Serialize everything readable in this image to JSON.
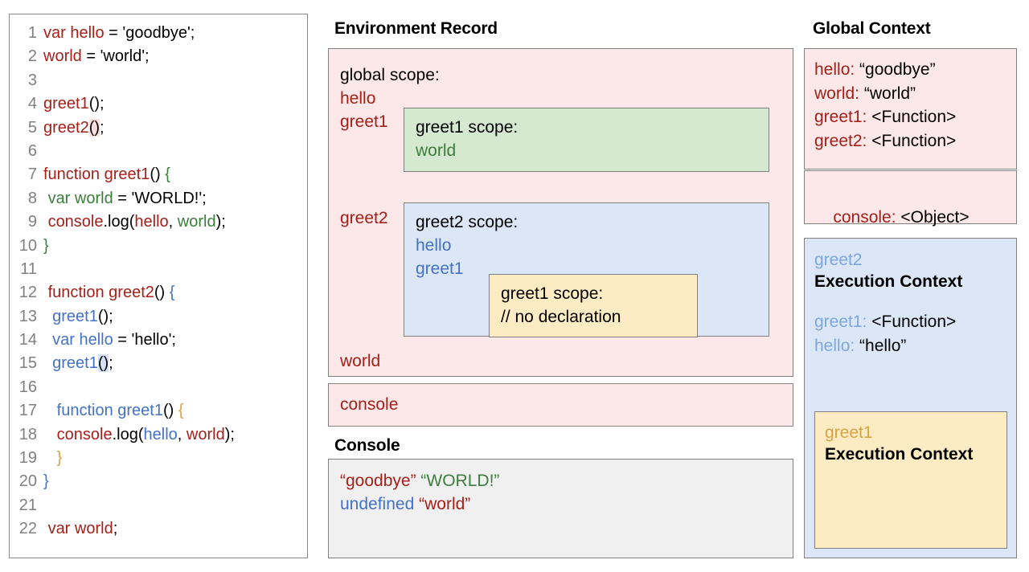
{
  "code": {
    "lines": [
      {
        "n": "1",
        "tokens": [
          {
            "t": "var hello",
            "c": "red"
          },
          {
            "t": " = 'goodbye';",
            "c": "black"
          }
        ]
      },
      {
        "n": "2",
        "tokens": [
          {
            "t": "world",
            "c": "red"
          },
          {
            "t": " = 'world';",
            "c": "black"
          }
        ]
      },
      {
        "n": "3",
        "tokens": []
      },
      {
        "n": "4",
        "tokens": [
          {
            "t": "greet1",
            "c": "red"
          },
          {
            "t": "();",
            "c": "black"
          }
        ]
      },
      {
        "n": "5",
        "tokens": [
          {
            "t": "greet2",
            "c": "red"
          },
          {
            "t": "()",
            "c": "black",
            "hl": "red"
          },
          {
            "t": ";",
            "c": "black"
          }
        ]
      },
      {
        "n": "6",
        "tokens": []
      },
      {
        "n": "7",
        "tokens": [
          {
            "t": "function greet1",
            "c": "red"
          },
          {
            "t": "() ",
            "c": "black"
          },
          {
            "t": "{",
            "c": "green"
          }
        ]
      },
      {
        "n": "8",
        "tokens": [
          {
            "t": " ",
            "c": "black"
          },
          {
            "t": "var world",
            "c": "green"
          },
          {
            "t": " = 'WORLD!';",
            "c": "black"
          }
        ]
      },
      {
        "n": "9",
        "tokens": [
          {
            "t": " ",
            "c": "black"
          },
          {
            "t": "console",
            "c": "red"
          },
          {
            "t": ".log(",
            "c": "black"
          },
          {
            "t": "hello",
            "c": "red"
          },
          {
            "t": ", ",
            "c": "black"
          },
          {
            "t": "world",
            "c": "green"
          },
          {
            "t": ");",
            "c": "black"
          }
        ]
      },
      {
        "n": "10",
        "tokens": [
          {
            "t": "}",
            "c": "green"
          }
        ]
      },
      {
        "n": "11",
        "tokens": []
      },
      {
        "n": "12",
        "tokens": [
          {
            "t": " ",
            "c": "black"
          },
          {
            "t": "function greet2",
            "c": "red"
          },
          {
            "t": "() ",
            "c": "black"
          },
          {
            "t": "{",
            "c": "blue"
          }
        ]
      },
      {
        "n": "13",
        "tokens": [
          {
            "t": "  ",
            "c": "black"
          },
          {
            "t": "greet1",
            "c": "blue"
          },
          {
            "t": "();",
            "c": "black"
          }
        ]
      },
      {
        "n": "14",
        "tokens": [
          {
            "t": "  ",
            "c": "black"
          },
          {
            "t": "var hello",
            "c": "blue"
          },
          {
            "t": " = 'hello';",
            "c": "black"
          }
        ]
      },
      {
        "n": "15",
        "tokens": [
          {
            "t": "  ",
            "c": "black"
          },
          {
            "t": "greet1",
            "c": "blue"
          },
          {
            "t": "()",
            "c": "black",
            "hl": "blue"
          },
          {
            "t": ";",
            "c": "black"
          }
        ]
      },
      {
        "n": "16",
        "tokens": []
      },
      {
        "n": "17",
        "tokens": [
          {
            "t": "   ",
            "c": "black"
          },
          {
            "t": "function greet1",
            "c": "blue"
          },
          {
            "t": "() ",
            "c": "black"
          },
          {
            "t": "{",
            "c": "gold"
          }
        ]
      },
      {
        "n": "18",
        "tokens": [
          {
            "t": "   ",
            "c": "black"
          },
          {
            "t": "console",
            "c": "red"
          },
          {
            "t": ".log(",
            "c": "black"
          },
          {
            "t": "hello",
            "c": "blue"
          },
          {
            "t": ", ",
            "c": "black"
          },
          {
            "t": "world",
            "c": "red"
          },
          {
            "t": ");",
            "c": "black"
          }
        ]
      },
      {
        "n": "19",
        "tokens": [
          {
            "t": "   ",
            "c": "black"
          },
          {
            "t": "}",
            "c": "gold"
          }
        ]
      },
      {
        "n": "20",
        "tokens": [
          {
            "t": "}",
            "c": "blue"
          }
        ]
      },
      {
        "n": "21",
        "tokens": []
      },
      {
        "n": "22",
        "tokens": [
          {
            "t": " ",
            "c": "black"
          },
          {
            "t": "var world",
            "c": "red"
          },
          {
            "t": ";",
            "c": "black"
          }
        ]
      }
    ]
  },
  "environment_record": {
    "title": "Environment Record",
    "global_scope_label": "global scope:",
    "bindings": {
      "hello": "hello",
      "greet1": "greet1",
      "greet2": "greet2",
      "world": "world",
      "console": "console"
    },
    "greet1_scope": {
      "label": "greet1 scope:",
      "entries": [
        "world"
      ]
    },
    "greet2_scope": {
      "label": "greet2 scope:",
      "entries": [
        "hello",
        "greet1"
      ]
    },
    "greet1_inner_scope": {
      "label": "greet1 scope:",
      "note": "// no declaration"
    }
  },
  "console": {
    "title": "Console",
    "lines": [
      {
        "parts": [
          {
            "t": "“goodbye”",
            "c": "red"
          },
          {
            "t": " ",
            "c": "black"
          },
          {
            "t": "“WORLD!”",
            "c": "green"
          }
        ]
      },
      {
        "parts": [
          {
            "t": "undefined",
            "c": "blue"
          },
          {
            "t": " ",
            "c": "black"
          },
          {
            "t": "“world”",
            "c": "red"
          }
        ]
      }
    ]
  },
  "global_context": {
    "title": "Global Context",
    "variables": [
      {
        "key": "hello:",
        "value": " “goodbye”"
      },
      {
        "key": "world:",
        "value": " “world”"
      },
      {
        "key": "greet1:",
        "value": " <Function>"
      },
      {
        "key": "greet2:",
        "value": " <Function>"
      }
    ],
    "console_entry": {
      "key": "console:",
      "value": " <Object>"
    }
  },
  "greet2_execution_context": {
    "name": "greet2",
    "label": "Execution Context",
    "variables": [
      {
        "key": "greet1:",
        "value": " <Function>"
      },
      {
        "key": "hello:",
        "value": " “hello”"
      }
    ]
  },
  "greet1_execution_context": {
    "name": "greet1",
    "label": "Execution Context"
  },
  "colors": {
    "red": "#a52019",
    "green": "#3c7d3c",
    "blue": "#4472c4",
    "gold": "#d6a444",
    "pink_fill": "#fce8e8",
    "green_fill": "#d5e8d0",
    "blue_fill": "#dbe7f7",
    "yellow_fill": "#fdecc3",
    "gray_fill": "#f0f0f0",
    "border": "#808080"
  }
}
